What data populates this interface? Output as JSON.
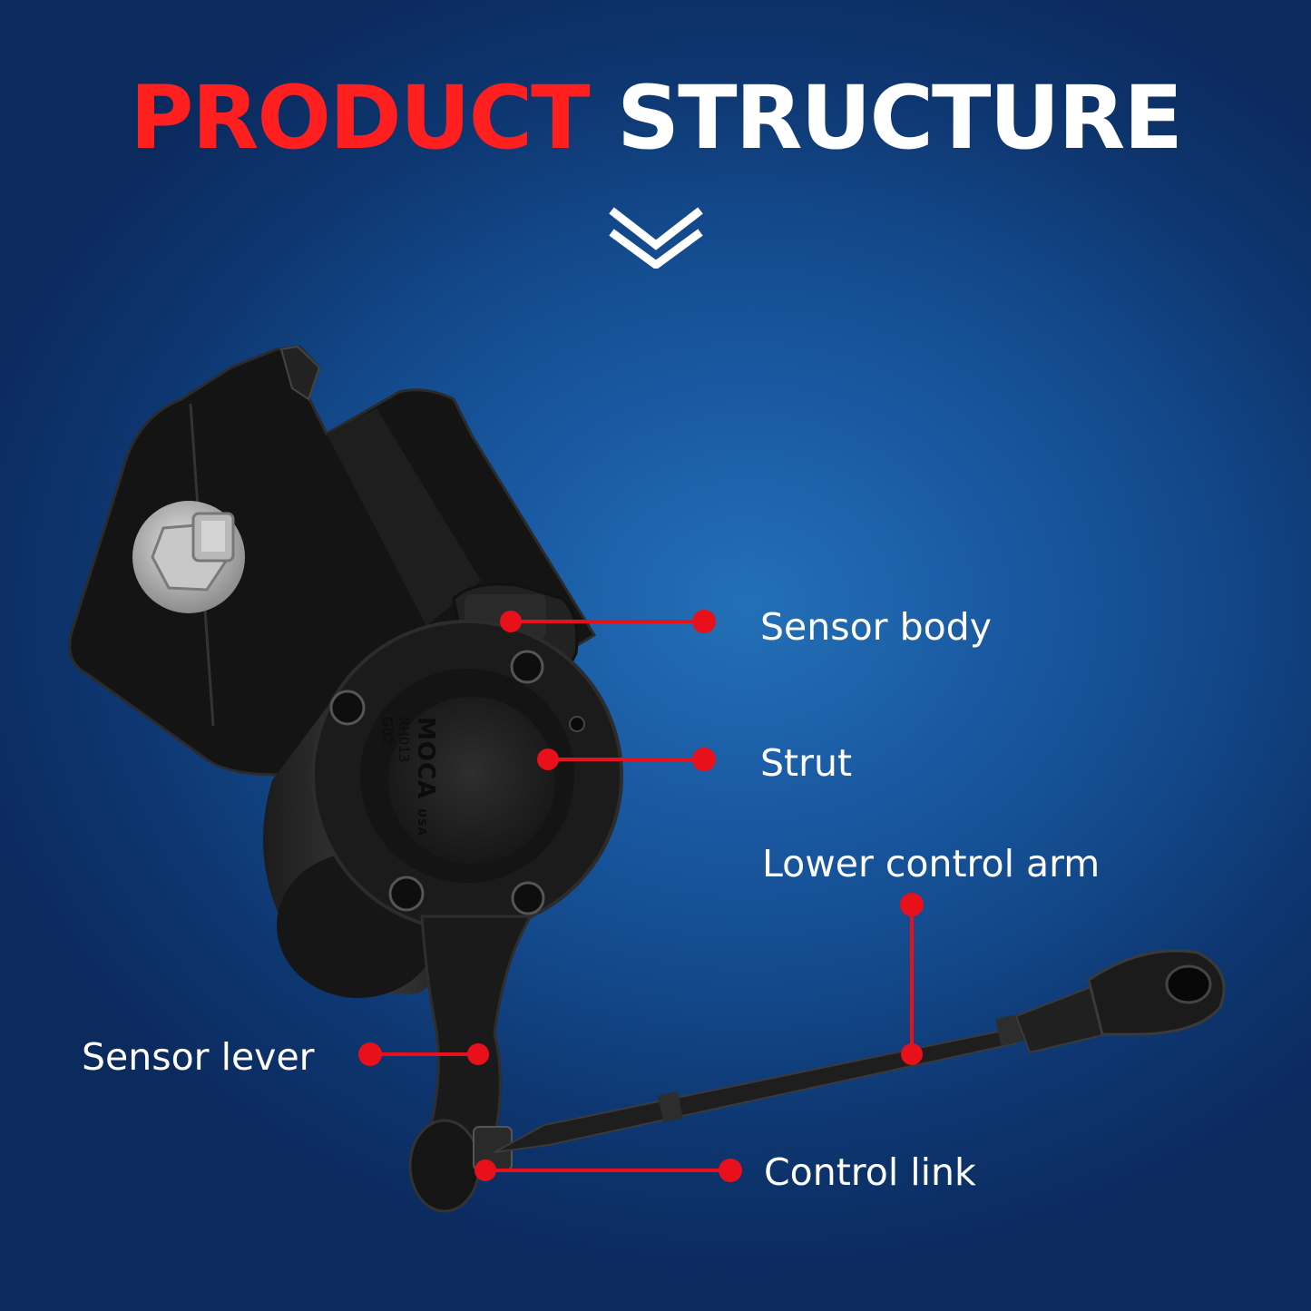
{
  "title": {
    "word1": "PRODUCT",
    "word2": "STRUCTURE"
  },
  "icons": {
    "scroll": "double-chevron-down-icon"
  },
  "colors": {
    "accent": "#ff1f1f",
    "callout": "#e8101a",
    "text": "#ffffff",
    "background": "#1a5aa3"
  },
  "callouts": {
    "sensor_body": "Sensor body",
    "strut": "Strut",
    "lower_control_arm": "Lower control arm",
    "sensor_lever": "Sensor lever",
    "control_link": "Control link"
  },
  "part_markings": {
    "brand": "MOCA",
    "origin": "USA",
    "code1": "RH013",
    "code2": "G02"
  }
}
